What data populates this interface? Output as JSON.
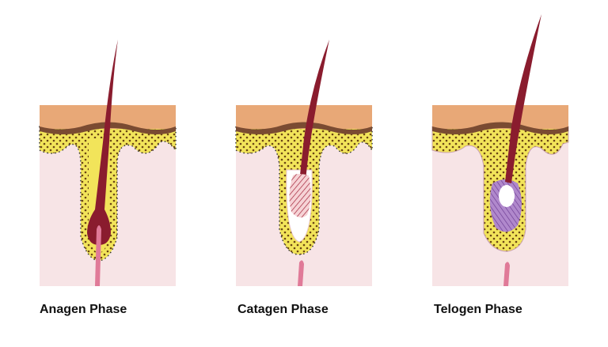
{
  "phases": [
    {
      "label": "Anagen Phase"
    },
    {
      "label": "Catagen Phase"
    },
    {
      "label": "Telogen Phase"
    }
  ],
  "colors": {
    "skin_surface": "#e8a877",
    "skin_dark_band": "#7a4b32",
    "fat_layer": "#f2e45a",
    "dots": "#5a3a10",
    "dermis": "#f7e4e6",
    "hair": "#8a1c2e",
    "papilla": "#e07a98",
    "telogen_club": "#8e5ab0"
  }
}
